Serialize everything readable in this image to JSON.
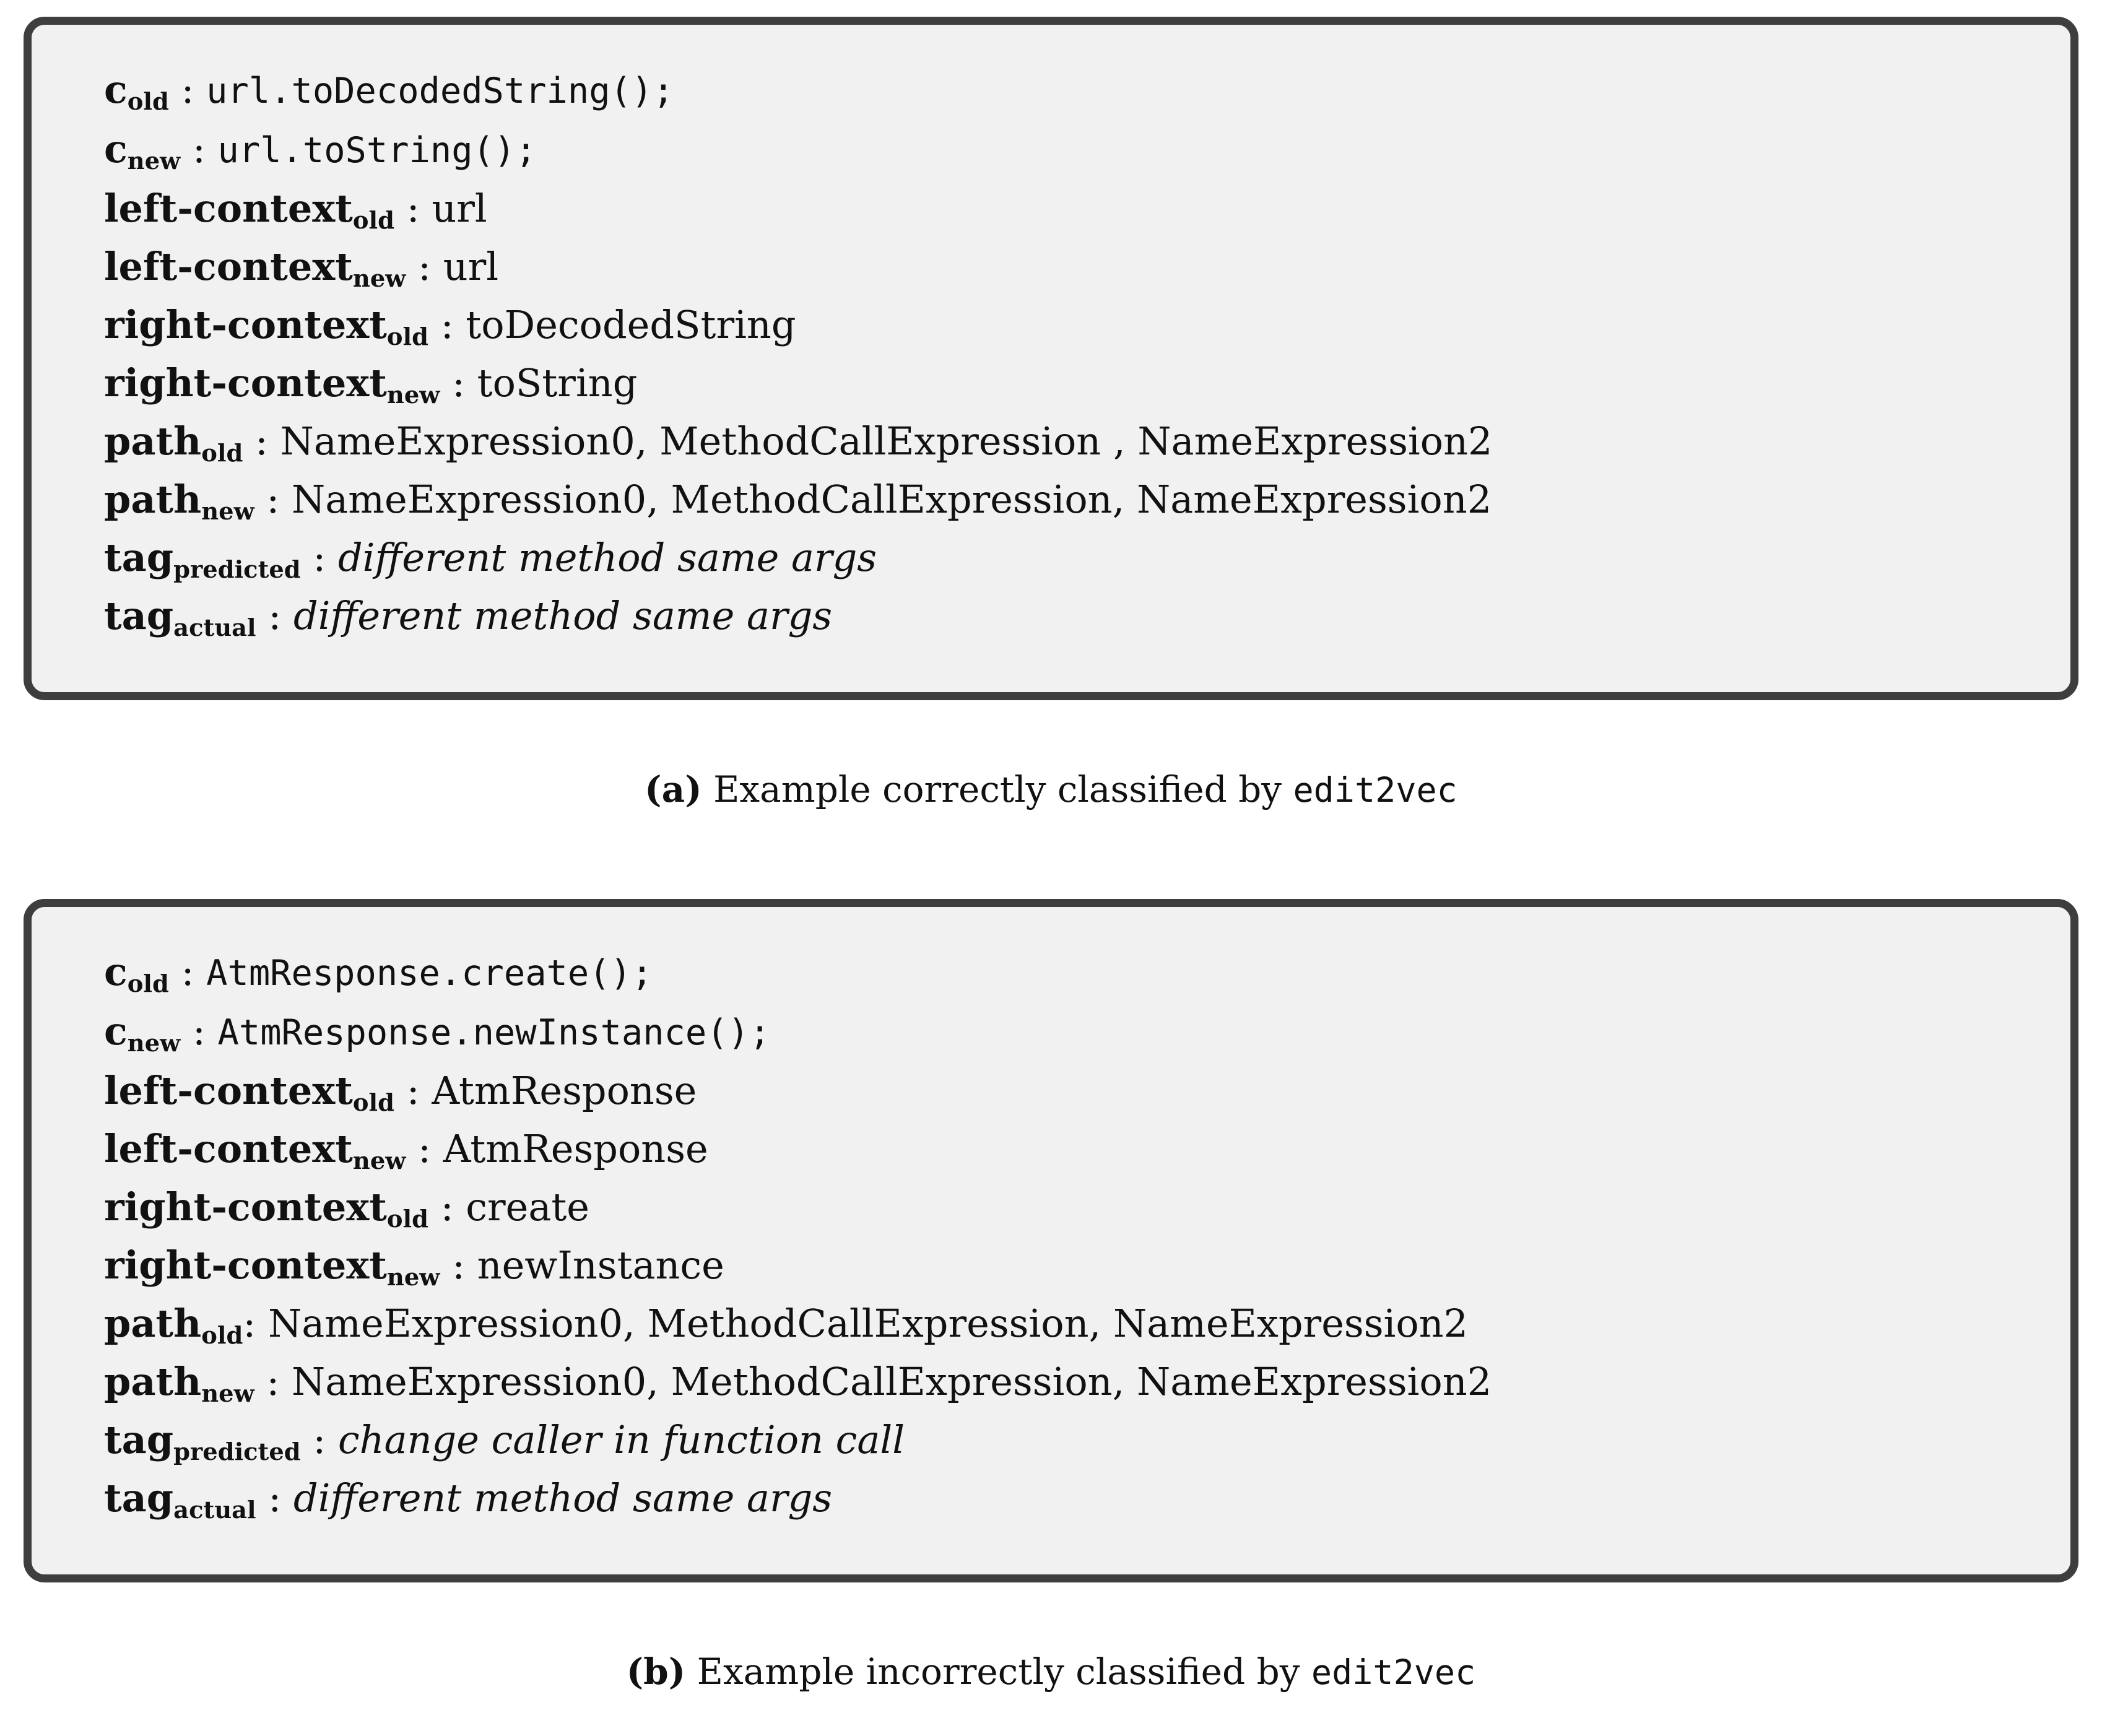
{
  "colors": {
    "page_bg": "#ffffff",
    "box_bg": "#f1f1f1",
    "box_border": "#3e3e3e",
    "text": "#111111"
  },
  "panels": [
    {
      "id": "a",
      "caption": {
        "label": "(a)",
        "text": " Example correctly classified by ",
        "code": "edit2vec"
      },
      "rows": [
        {
          "label": "c",
          "sub": "old",
          "sep": " : ",
          "value": "url.toDecodedString();",
          "style": "code"
        },
        {
          "label": "c",
          "sub": "new",
          "sep": " : ",
          "value": "url.toString();",
          "style": "code"
        },
        {
          "label": "left-context",
          "sub": "old",
          "sep": " : ",
          "value": "url",
          "style": "plain"
        },
        {
          "label": "left-context",
          "sub": "new",
          "sep": " : ",
          "value": "url",
          "style": "plain"
        },
        {
          "label": "right-context",
          "sub": "old",
          "sep": " : ",
          "value": "toDecodedString",
          "style": "plain"
        },
        {
          "label": "right-context",
          "sub": "new",
          "sep": " : ",
          "value": "toString",
          "style": "plain"
        },
        {
          "label": "path",
          "sub": "old",
          "sep": " : ",
          "value": "NameExpression0, MethodCallExpression , NameExpression2",
          "style": "plain"
        },
        {
          "label": "path",
          "sub": "new",
          "sep": " : ",
          "value": "NameExpression0, MethodCallExpression, NameExpression2",
          "style": "plain"
        },
        {
          "label": "tag",
          "sub": "predicted",
          "sep": " : ",
          "value": "different method same args",
          "style": "italic"
        },
        {
          "label": "tag",
          "sub": "actual",
          "sep": " : ",
          "value": "different method same args",
          "style": "italic"
        }
      ]
    },
    {
      "id": "b",
      "caption": {
        "label": "(b)",
        "text": " Example incorrectly classified by ",
        "code": "edit2vec"
      },
      "rows": [
        {
          "label": "c",
          "sub": "old",
          "sep": " : ",
          "value": "AtmResponse.create();",
          "style": "code"
        },
        {
          "label": "c",
          "sub": "new",
          "sep": " : ",
          "value": "AtmResponse.newInstance();",
          "style": "code"
        },
        {
          "label": "left-context",
          "sub": "old",
          "sep": " : ",
          "value": "AtmResponse",
          "style": "plain"
        },
        {
          "label": "left-context",
          "sub": "new",
          "sep": " : ",
          "value": "AtmResponse",
          "style": "plain"
        },
        {
          "label": "right-context",
          "sub": "old",
          "sep": " : ",
          "value": "create",
          "style": "plain"
        },
        {
          "label": "right-context",
          "sub": "new",
          "sep": " : ",
          "value": "newInstance",
          "style": "plain"
        },
        {
          "label": "path",
          "sub": "old",
          "sep": ": ",
          "value": "NameExpression0, MethodCallExpression, NameExpression2",
          "style": "plain"
        },
        {
          "label": "path",
          "sub": "new",
          "sep": " : ",
          "value": "NameExpression0, MethodCallExpression, NameExpression2",
          "style": "plain"
        },
        {
          "label": "tag",
          "sub": "predicted",
          "sep": " : ",
          "value": "change caller in function call",
          "style": "italic"
        },
        {
          "label": "tag",
          "sub": "actual",
          "sep": " : ",
          "value": "different method same args",
          "style": "italic"
        }
      ]
    }
  ]
}
